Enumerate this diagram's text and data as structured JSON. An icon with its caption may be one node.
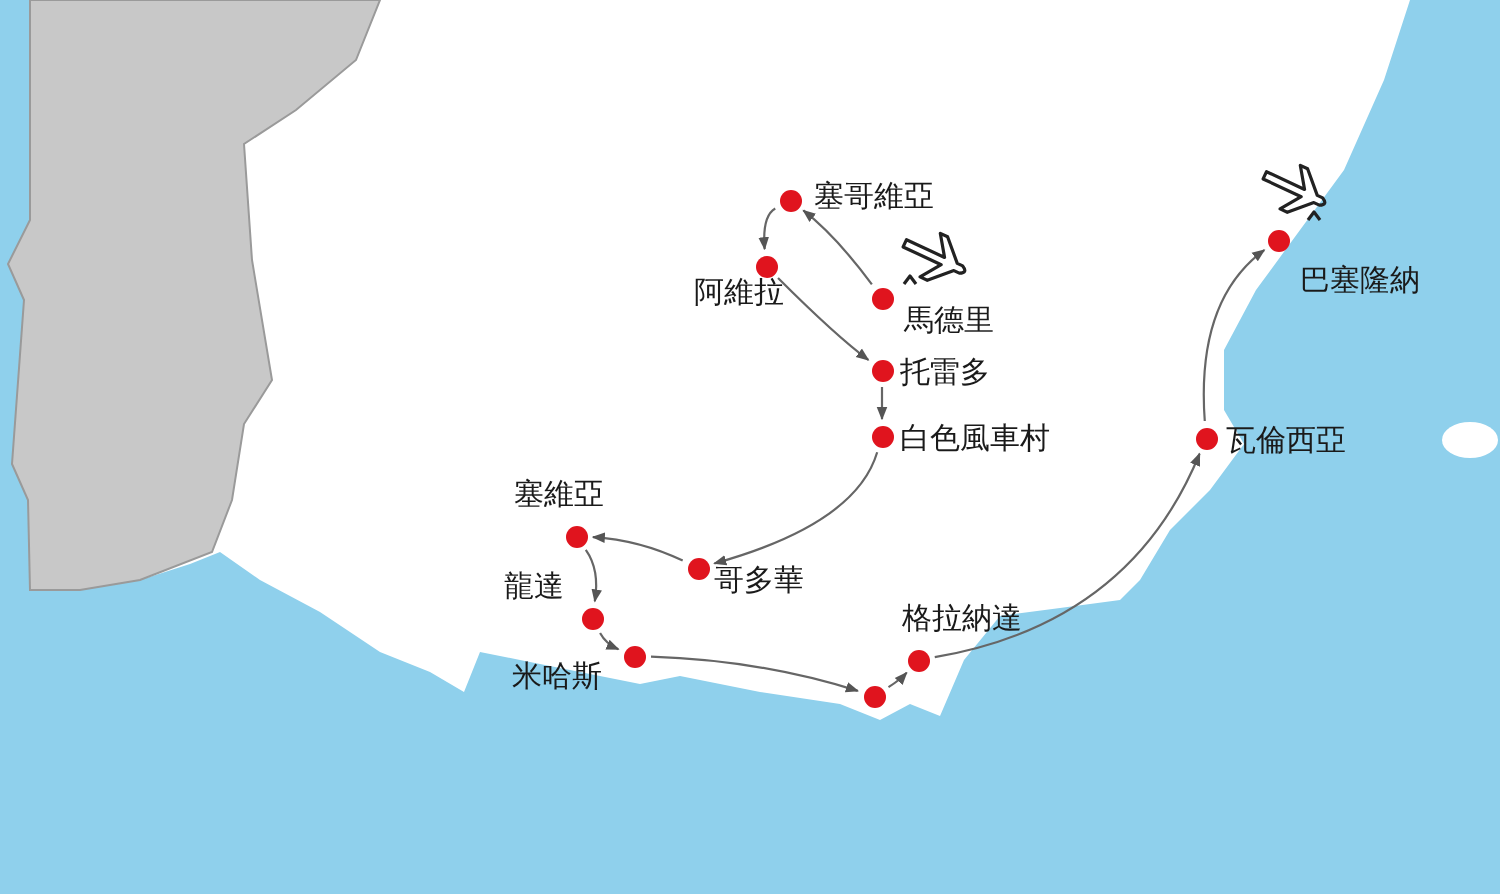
{
  "diagram": {
    "nodes": [
      {
        "text": [
          "馬德里"
        ]
      },
      {
        "text": [
          "塞哥維亞"
        ]
      },
      {
        "text": [
          "阿維拉"
        ]
      },
      {
        "text": [
          "托雷多"
        ]
      },
      {
        "text": [
          "白色風車村"
        ]
      },
      {
        "text": [
          "哥多華"
        ]
      },
      {
        "text": [
          "塞維亞"
        ]
      },
      {
        "text": [
          "龍達"
        ]
      },
      {
        "text": [
          "米哈斯"
        ]
      },
      {
        "text": [],
        "shape": "circle"
      },
      {
        "text": [
          "格拉納達"
        ]
      },
      {
        "text": [
          "瓦倫西亞"
        ]
      },
      {
        "text": [
          "巴塞隆納"
        ]
      }
    ],
    "edges": [
      {
        "from": 0,
        "to": 1,
        "arrow": "to"
      },
      {
        "from": 1,
        "to": 2,
        "arrow": "to"
      },
      {
        "from": 2,
        "to": 3,
        "arrow": "to"
      },
      {
        "from": 3,
        "to": 4,
        "arrow": "to"
      },
      {
        "from": 4,
        "to": 5,
        "arrow": "to"
      },
      {
        "from": 5,
        "to": 6,
        "arrow": "to"
      },
      {
        "from": 6,
        "to": 7,
        "arrow": "to"
      },
      {
        "from": 7,
        "to": 8,
        "arrow": "to"
      },
      {
        "from": 8,
        "to": 9,
        "arrow": "to"
      },
      {
        "from": 9,
        "to": 10,
        "arrow": "to"
      },
      {
        "from": 10,
        "to": 11,
        "arrow": "to"
      },
      {
        "from": 11,
        "to": 12,
        "arrow": "to"
      }
    ]
  }
}
